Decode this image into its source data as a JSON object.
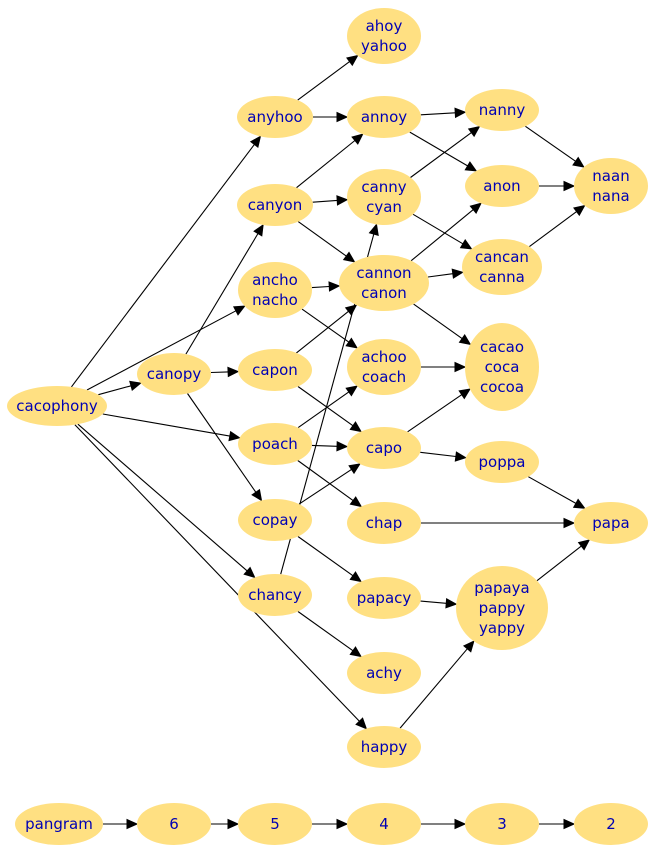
{
  "nodes": [
    {
      "id": "cacophony",
      "lines": [
        "cacophony"
      ]
    },
    {
      "id": "ahoy",
      "lines": [
        "ahoy",
        "yahoo"
      ]
    },
    {
      "id": "anyhoo",
      "lines": [
        "anyhoo"
      ]
    },
    {
      "id": "annoy",
      "lines": [
        "annoy"
      ]
    },
    {
      "id": "nanny",
      "lines": [
        "nanny"
      ]
    },
    {
      "id": "canyon",
      "lines": [
        "canyon"
      ]
    },
    {
      "id": "canny",
      "lines": [
        "canny",
        "cyan"
      ]
    },
    {
      "id": "anon",
      "lines": [
        "anon"
      ]
    },
    {
      "id": "naan",
      "lines": [
        "naan",
        "nana"
      ]
    },
    {
      "id": "ancho",
      "lines": [
        "ancho",
        "nacho"
      ]
    },
    {
      "id": "cannon",
      "lines": [
        "cannon",
        "canon"
      ]
    },
    {
      "id": "cancan",
      "lines": [
        "cancan",
        "canna"
      ]
    },
    {
      "id": "canopy",
      "lines": [
        "canopy"
      ]
    },
    {
      "id": "capon",
      "lines": [
        "capon"
      ]
    },
    {
      "id": "achoo",
      "lines": [
        "achoo",
        "coach"
      ]
    },
    {
      "id": "cacao",
      "lines": [
        "cacao",
        "coca",
        "cocoa"
      ]
    },
    {
      "id": "poach",
      "lines": [
        "poach"
      ]
    },
    {
      "id": "capo",
      "lines": [
        "capo"
      ]
    },
    {
      "id": "poppa",
      "lines": [
        "poppa"
      ]
    },
    {
      "id": "copay",
      "lines": [
        "copay"
      ]
    },
    {
      "id": "chap",
      "lines": [
        "chap"
      ]
    },
    {
      "id": "papa",
      "lines": [
        "papa"
      ]
    },
    {
      "id": "chancy",
      "lines": [
        "chancy"
      ]
    },
    {
      "id": "papacy",
      "lines": [
        "papacy"
      ]
    },
    {
      "id": "papaya",
      "lines": [
        "papaya",
        "pappy",
        "yappy"
      ]
    },
    {
      "id": "achy",
      "lines": [
        "achy"
      ]
    },
    {
      "id": "happy",
      "lines": [
        "happy"
      ]
    },
    {
      "id": "pangram",
      "lines": [
        "pangram"
      ]
    },
    {
      "id": "n6",
      "lines": [
        "6"
      ]
    },
    {
      "id": "n5",
      "lines": [
        "5"
      ]
    },
    {
      "id": "n4",
      "lines": [
        "4"
      ]
    },
    {
      "id": "n3",
      "lines": [
        "3"
      ]
    },
    {
      "id": "n2",
      "lines": [
        "2"
      ]
    }
  ],
  "edges": [
    [
      "cacophony",
      "anyhoo"
    ],
    [
      "cacophony",
      "canopy"
    ],
    [
      "cacophony",
      "ancho"
    ],
    [
      "cacophony",
      "poach"
    ],
    [
      "cacophony",
      "chancy"
    ],
    [
      "cacophony",
      "happy"
    ],
    [
      "anyhoo",
      "ahoy"
    ],
    [
      "anyhoo",
      "annoy"
    ],
    [
      "annoy",
      "nanny"
    ],
    [
      "annoy",
      "anon"
    ],
    [
      "nanny",
      "naan"
    ],
    [
      "anon",
      "naan"
    ],
    [
      "cancan",
      "naan"
    ],
    [
      "canopy",
      "canyon"
    ],
    [
      "canopy",
      "capon"
    ],
    [
      "canopy",
      "copay"
    ],
    [
      "canyon",
      "annoy"
    ],
    [
      "canyon",
      "canny"
    ],
    [
      "canyon",
      "cannon"
    ],
    [
      "canny",
      "nanny"
    ],
    [
      "canny",
      "cancan"
    ],
    [
      "ancho",
      "cannon"
    ],
    [
      "ancho",
      "achoo"
    ],
    [
      "cannon",
      "anon"
    ],
    [
      "cannon",
      "cancan"
    ],
    [
      "cannon",
      "cacao"
    ],
    [
      "capon",
      "cannon"
    ],
    [
      "capon",
      "capo"
    ],
    [
      "achoo",
      "cacao"
    ],
    [
      "poach",
      "achoo"
    ],
    [
      "poach",
      "capo"
    ],
    [
      "poach",
      "chap"
    ],
    [
      "capo",
      "cacao"
    ],
    [
      "capo",
      "poppa"
    ],
    [
      "poppa",
      "papa"
    ],
    [
      "chap",
      "papa"
    ],
    [
      "copay",
      "capo"
    ],
    [
      "copay",
      "papacy"
    ],
    [
      "chancy",
      "canny"
    ],
    [
      "chancy",
      "achy"
    ],
    [
      "papacy",
      "papaya"
    ],
    [
      "papaya",
      "papa"
    ],
    [
      "happy",
      "papaya"
    ],
    [
      "pangram",
      "n6"
    ],
    [
      "n6",
      "n5"
    ],
    [
      "n5",
      "n4"
    ],
    [
      "n4",
      "n3"
    ],
    [
      "n3",
      "n2"
    ]
  ],
  "colors": {
    "node_fill": "#ffe082",
    "label": "#0000b4",
    "edge": "#000000",
    "background": "#ffffff"
  }
}
